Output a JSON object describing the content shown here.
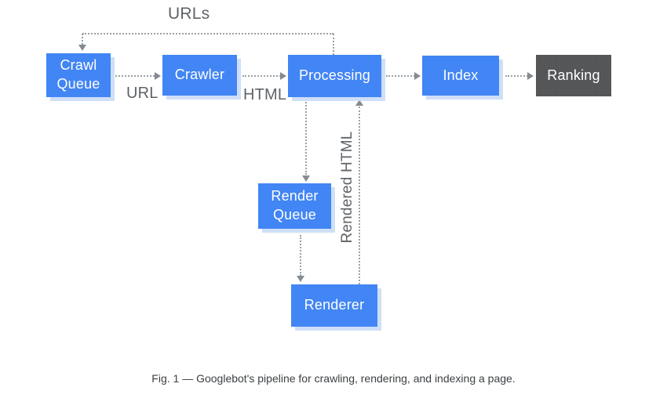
{
  "diagram": {
    "title_implicit": "Googlebot crawling, rendering and indexing pipeline",
    "nodes": {
      "crawl_queue": {
        "label": "Crawl\nQueue"
      },
      "crawler": {
        "label": "Crawler"
      },
      "processing": {
        "label": "Processing"
      },
      "index": {
        "label": "Index"
      },
      "ranking": {
        "label": "Ranking"
      },
      "render_queue": {
        "label": "Render\nQueue"
      },
      "renderer": {
        "label": "Renderer"
      }
    },
    "edge_labels": {
      "urls": "URLs",
      "url": "URL",
      "html": "HTML",
      "rendered_html": "Rendered HTML"
    },
    "edges": [
      "processing -> crawl_queue (URLs feedback loop, dotted)",
      "crawl_queue -> crawler (URL, dotted)",
      "crawler -> processing (HTML, dotted)",
      "processing -> index (dotted)",
      "index -> ranking (dotted)",
      "processing -> render_queue (dotted, down)",
      "render_queue -> renderer (dotted, down)",
      "renderer -> processing (Rendered HTML, dotted, up)"
    ],
    "colors": {
      "node_fill": "#4285f4",
      "node_fill_dark": "#56585a",
      "node_text": "#ffffff",
      "node_shadow": "#cfdff7",
      "edge_line": "#9aa0a6",
      "arrowhead": "#858b91",
      "edge_label_text": "#5f6368",
      "caption_text": "#3c4043",
      "background": "#ffffff"
    }
  },
  "caption": "Fig. 1 — Googlebot's pipeline for crawling, rendering, and indexing a page."
}
